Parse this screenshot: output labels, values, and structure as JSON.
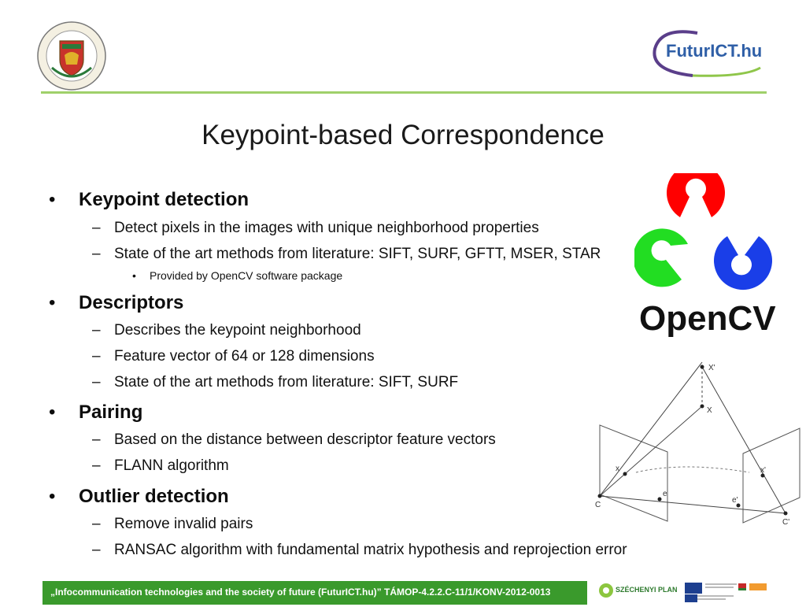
{
  "header": {
    "brand_text": "FuturICT.hu"
  },
  "title": "Keypoint-based Correspondence",
  "bullets": [
    {
      "label": "Keypoint detection",
      "items": [
        {
          "label": "Detect pixels in the images with unique neighborhood properties"
        },
        {
          "label": "State of the art methods from literature: SIFT, SURF, GFTT,  MSER, STAR",
          "items": [
            {
              "label": "Provided by OpenCV software package"
            }
          ]
        }
      ]
    },
    {
      "label": "Descriptors",
      "items": [
        {
          "label": "Describes the keypoint neighborhood"
        },
        {
          "label": "Feature vector of 64 or 128 dimensions"
        },
        {
          "label": "State of the art methods from literature: SIFT, SURF"
        }
      ]
    },
    {
      "label": "Pairing",
      "items": [
        {
          "label": "Based on the distance between descriptor feature vectors"
        },
        {
          "label": "FLANN algorithm"
        }
      ]
    },
    {
      "label": "Outlier detection",
      "items": [
        {
          "label": "Remove invalid pairs"
        },
        {
          "label": "RANSAC algorithm with fundamental matrix hypothesis and reprojection error"
        }
      ]
    }
  ],
  "bullet_marks": {
    "l1": "•",
    "l2": "–",
    "l3": "•"
  },
  "opencv_logo": {
    "wordmark": "OpenCV",
    "colors": {
      "red": "#ff0000",
      "green": "#22dd22",
      "blue": "#1a3ee8"
    }
  },
  "diagram_labels": {
    "X_prime": "X'",
    "X": "X",
    "x": "x",
    "x_prime": "x'",
    "e": "e",
    "e_prime": "e'",
    "C": "C",
    "C_prime": "C'"
  },
  "footer": {
    "text": "„Infocommunication technologies and the society of future (FuturICT.hu)” TÁMOP-4.2.2.C-11/1/KONV-2012-0013",
    "sz_text": "SZÉCHENYI PLAN"
  },
  "colors": {
    "accent_green": "#3a9a2c",
    "rule_green": "#9fd06a",
    "brand_blue": "#2f5fa7"
  }
}
